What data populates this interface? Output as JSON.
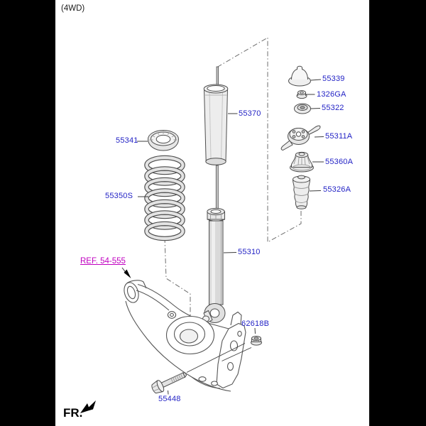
{
  "variant_note": "(4WD)",
  "direction_indicator": {
    "label": "FR."
  },
  "reference_callout": {
    "label": "REF. 54-555"
  },
  "colors": {
    "part_label": "#1f1fc4",
    "reference_label": "#c000c0",
    "letterbox": "#000000",
    "canvas": "#ffffff",
    "line_art": "#4d4d4d"
  },
  "parts": [
    {
      "code": "55339",
      "name": "insulator-cap"
    },
    {
      "code": "1326GA",
      "name": "lock-nut"
    },
    {
      "code": "55322",
      "name": "washer"
    },
    {
      "code": "55311A",
      "name": "shock-mount-insulator"
    },
    {
      "code": "55360A",
      "name": "dust-cap"
    },
    {
      "code": "55326A",
      "name": "bump-stopper"
    },
    {
      "code": "55370",
      "name": "dust-cover"
    },
    {
      "code": "55341",
      "name": "spring-upper-pad"
    },
    {
      "code": "55350S",
      "name": "coil-spring"
    },
    {
      "code": "55310",
      "name": "shock-absorber"
    },
    {
      "code": "62618B",
      "name": "flange-nut"
    },
    {
      "code": "55448",
      "name": "mounting-bolt"
    }
  ]
}
